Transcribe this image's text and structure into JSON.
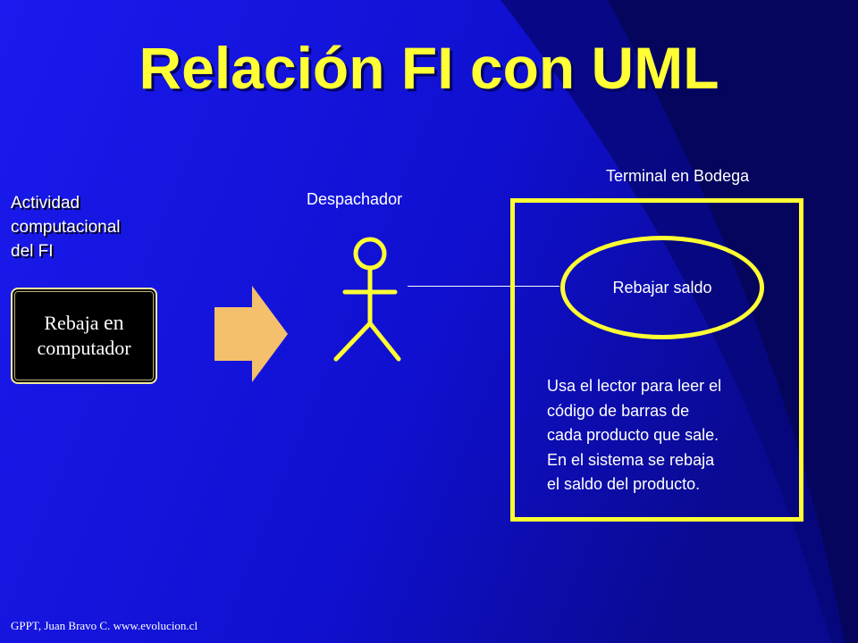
{
  "slide": {
    "title": "Relación FI con UML",
    "fi_activity": {
      "label_lines": [
        "Actividad",
        "computacional",
        "del FI"
      ],
      "box_word1": "Rebaja",
      "box_word2": "en",
      "box_line2": "computador",
      "box_fill": "#000000",
      "arrow_fill": "#f5c06b"
    },
    "uml": {
      "actor_label": "Despachador",
      "system_label": "Terminal en Bodega",
      "use_case": "Rebajar saldo",
      "description_lines": [
        "Usa el lector para leer el",
        "código de barras de",
        "cada producto que sale.",
        "En el sistema se rebaja",
        "el saldo del producto."
      ],
      "accent_color": "#ffff33"
    },
    "footer": "GPPT, Juan Bravo C. www.evolucion.cl",
    "colors": {
      "background": "#1414e6",
      "background_dark": "#000066",
      "text": "#ffffff",
      "title": "#ffff33"
    }
  }
}
